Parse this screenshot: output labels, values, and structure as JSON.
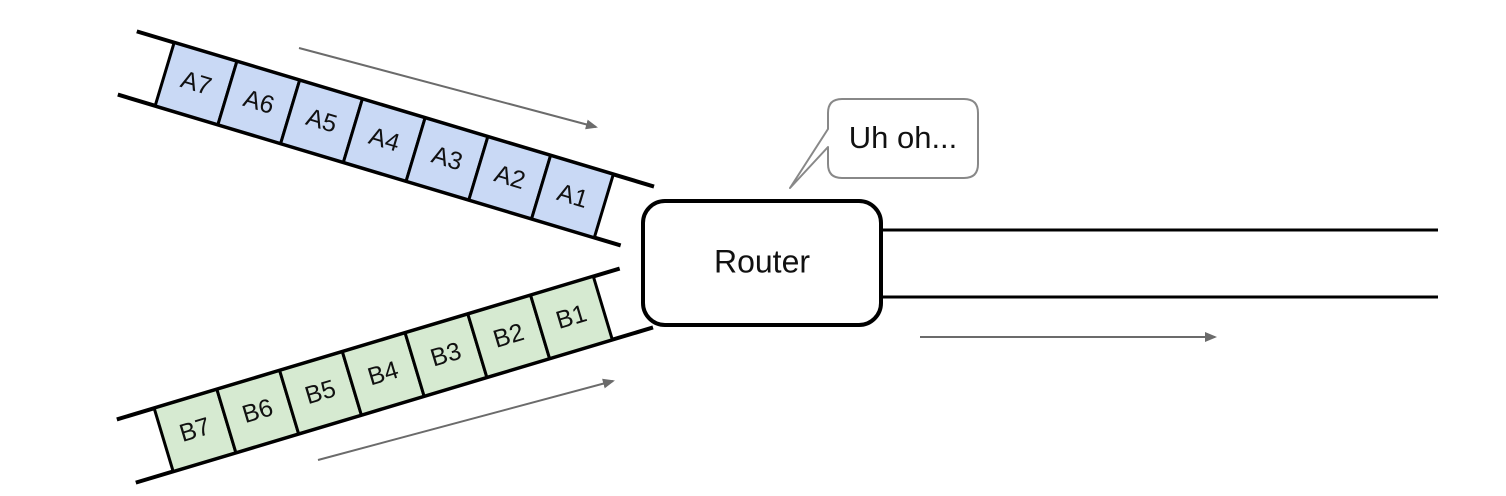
{
  "router": {
    "label": "Router"
  },
  "speech_bubble": {
    "text": "Uh oh..."
  },
  "queue_a": {
    "fill": "#c9d9f5",
    "packets": [
      "A7",
      "A6",
      "A5",
      "A4",
      "A3",
      "A2",
      "A1"
    ]
  },
  "queue_b": {
    "fill": "#d6ead1",
    "packets": [
      "B7",
      "B6",
      "B5",
      "B4",
      "B3",
      "B2",
      "B1"
    ]
  },
  "colors": {
    "line": "#000000",
    "arrow": "#6b6b6b",
    "bubble_border": "#888888"
  }
}
